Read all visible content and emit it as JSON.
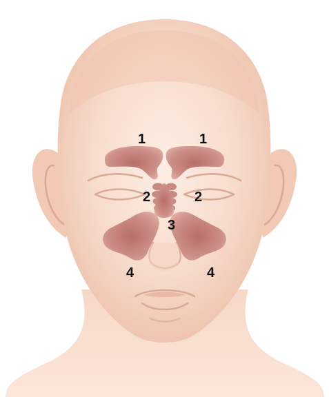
{
  "colors": {
    "skin_light": "#fbe6da",
    "skin_mid": "#f3cfbb",
    "skin_dark": "#e8b39c",
    "sinus_fill": "#c98a84",
    "sinus_dark": "#b0655f",
    "sinus_light": "#dba29b",
    "line": "#d9a994"
  },
  "labels": {
    "frontal_left": "1",
    "frontal_right": "1",
    "ethmoid_left": "2",
    "ethmoid_right": "2",
    "sphenoid": "3",
    "maxillary_left": "4",
    "maxillary_right": "4"
  }
}
